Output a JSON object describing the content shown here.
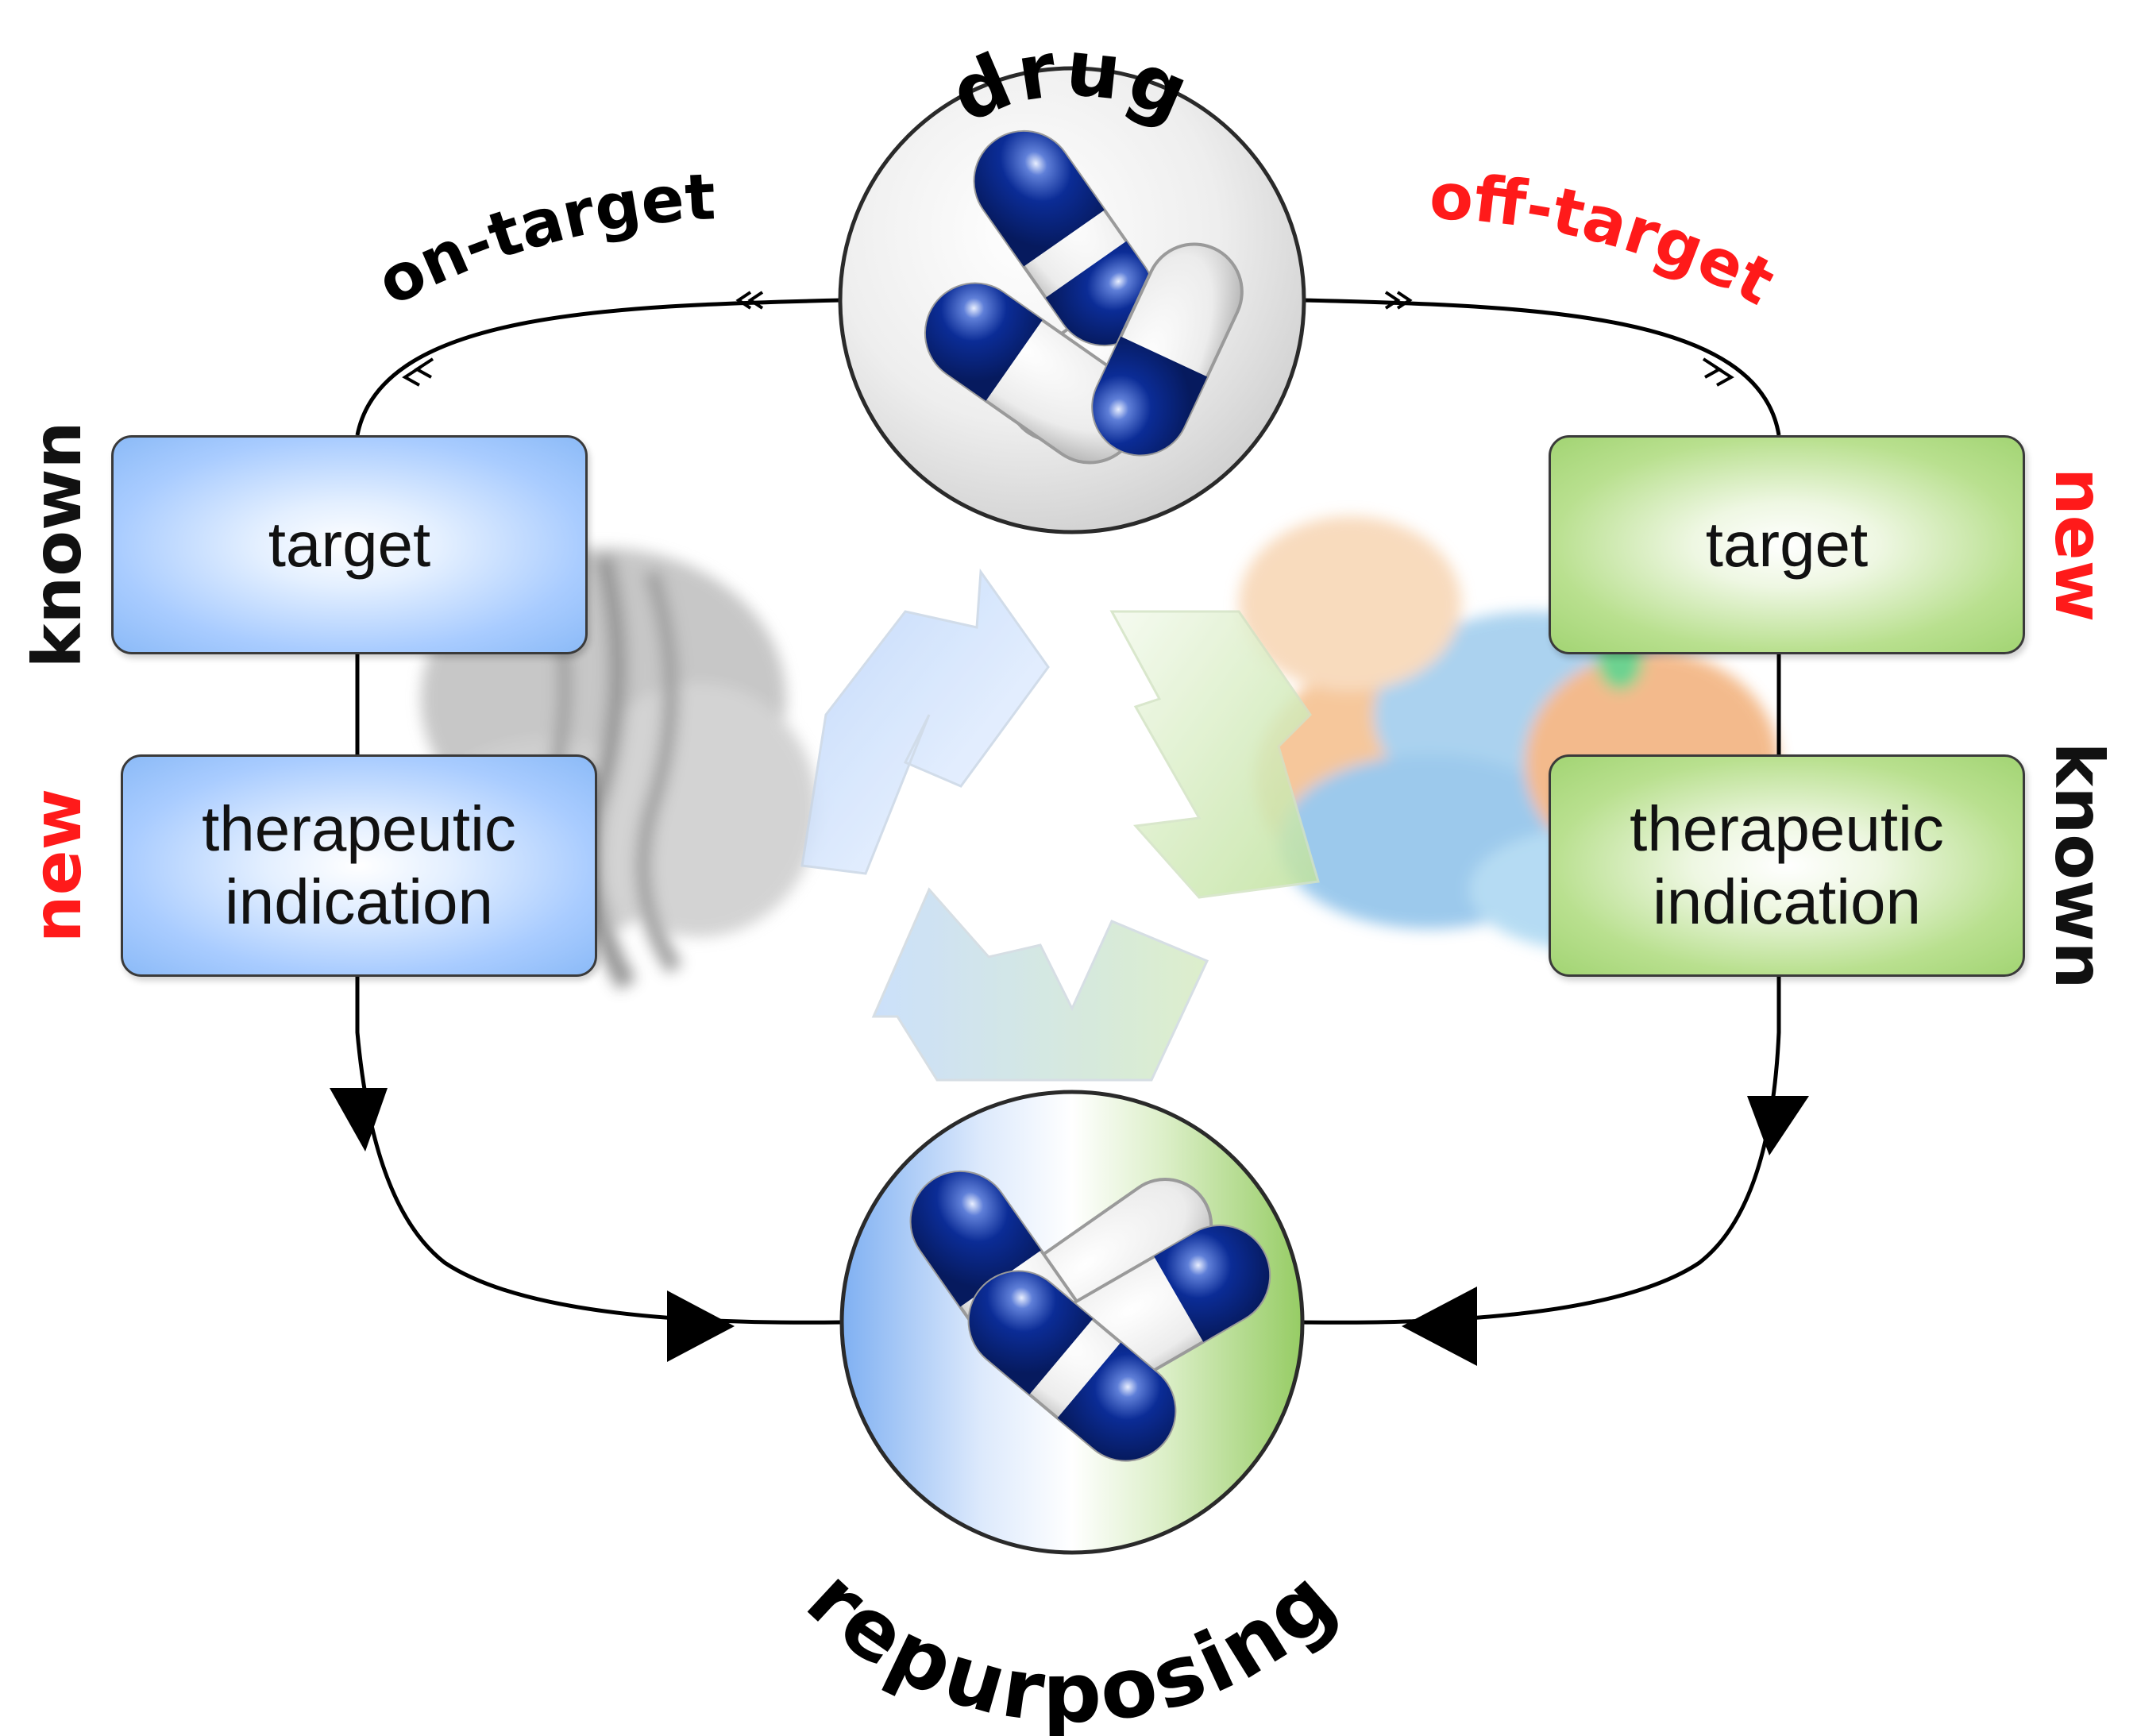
{
  "diagram": {
    "top_node": {
      "label": "drug"
    },
    "bottom_node": {
      "label": "repurposing"
    },
    "left_path": {
      "label": "on-target"
    },
    "right_path": {
      "label": "off-target"
    },
    "left_column": {
      "target_box": "target",
      "indication_box": "therapeutic\nindication",
      "target_status": "known",
      "indication_status": "new"
    },
    "right_column": {
      "target_box": "target",
      "indication_box": "therapeutic\nindication",
      "target_status": "new",
      "indication_status": "known"
    }
  },
  "colors": {
    "highlight_red": "#ff1a1a",
    "text_black": "#111111",
    "capsule_blue": "#0a2a8c",
    "box_blue": "#a9ccff",
    "box_green": "#b9e08f"
  },
  "icons": [
    "capsule-cluster-icon",
    "recycle-arrows-icon",
    "protein-structure-icon"
  ]
}
